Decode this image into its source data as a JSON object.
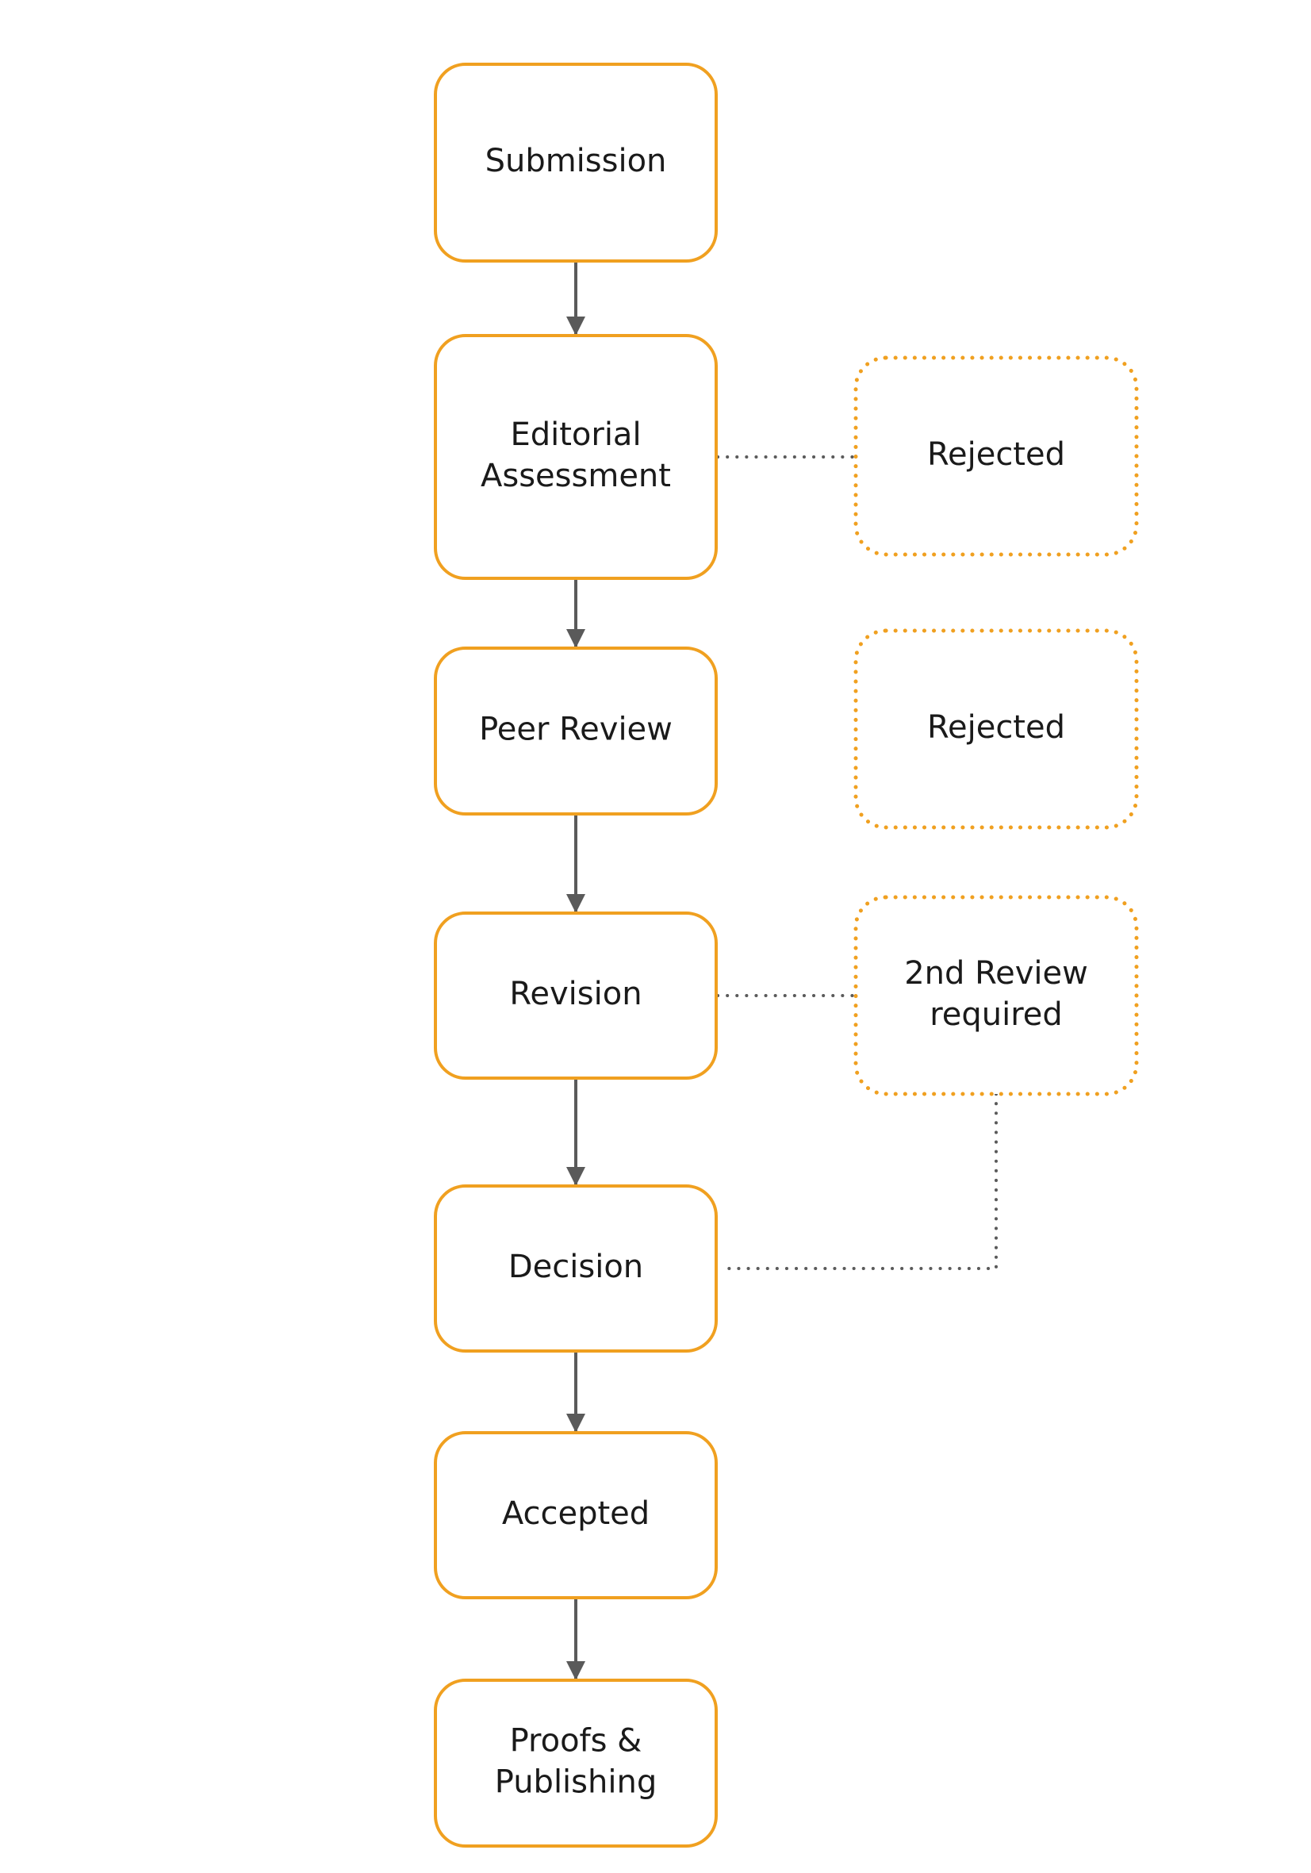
{
  "diagram": {
    "nodes": [
      {
        "id": "submission",
        "label": [
          "Submission"
        ],
        "style": "solid"
      },
      {
        "id": "editorial",
        "label": [
          "Editorial",
          "Assessment"
        ],
        "style": "solid"
      },
      {
        "id": "peer",
        "label": [
          "Peer Review"
        ],
        "style": "solid"
      },
      {
        "id": "revision",
        "label": [
          "Revision"
        ],
        "style": "solid"
      },
      {
        "id": "decision",
        "label": [
          "Decision"
        ],
        "style": "solid"
      },
      {
        "id": "accepted",
        "label": [
          "Accepted"
        ],
        "style": "solid"
      },
      {
        "id": "proofs",
        "label": [
          "Proofs &",
          "Publishing"
        ],
        "style": "solid"
      },
      {
        "id": "rejected1",
        "label": [
          "Rejected"
        ],
        "style": "dotted"
      },
      {
        "id": "rejected2",
        "label": [
          "Rejected"
        ],
        "style": "dotted"
      },
      {
        "id": "second_review",
        "label": [
          "2nd Review",
          "required"
        ],
        "style": "dotted"
      }
    ],
    "edges": [
      {
        "from": "submission",
        "to": "editorial",
        "style": "solid-arrow"
      },
      {
        "from": "editorial",
        "to": "peer",
        "style": "solid-arrow"
      },
      {
        "from": "peer",
        "to": "revision",
        "style": "solid-arrow"
      },
      {
        "from": "revision",
        "to": "decision",
        "style": "solid-arrow"
      },
      {
        "from": "decision",
        "to": "accepted",
        "style": "solid-arrow"
      },
      {
        "from": "accepted",
        "to": "proofs",
        "style": "solid-arrow"
      },
      {
        "from": "editorial",
        "to": "rejected1",
        "style": "dotted"
      },
      {
        "from": "revision",
        "to": "second_review",
        "style": "dotted"
      },
      {
        "from": "second_review",
        "to": "decision",
        "style": "dotted-elbow"
      }
    ],
    "colors": {
      "node_border": "#F0A020",
      "edge": "#5a5a5a",
      "text": "#1a1a1a"
    }
  }
}
